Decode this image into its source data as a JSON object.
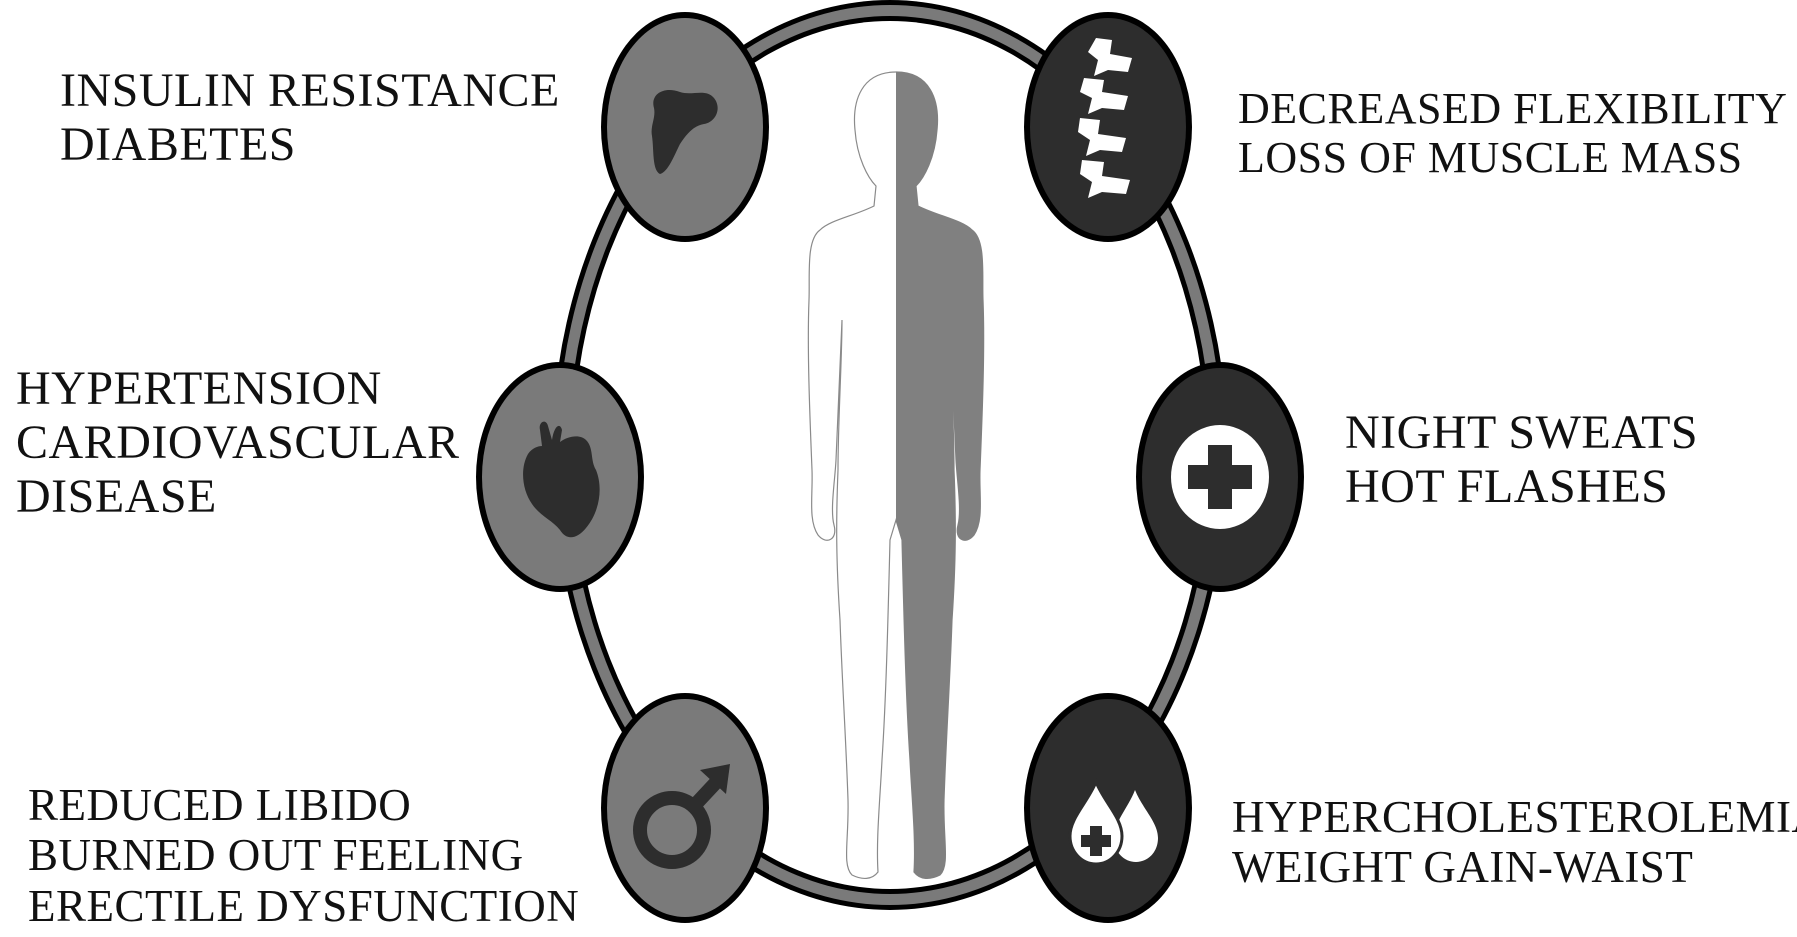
{
  "colors": {
    "ring_fill": "#7a7a7a",
    "ring_stroke": "#000000",
    "badge_light": "#7a7a7a",
    "badge_dark": "#2d2d2d",
    "icon_dark": "#2d2d2d",
    "icon_light": "#ffffff",
    "body_light": "#ffffff",
    "body_dark": "#808080"
  },
  "labels": {
    "top_left": [
      "INSULIN RESISTANCE",
      "DIABETES"
    ],
    "mid_left": [
      "HYPERTENSION",
      "CARDIOVASCULAR",
      "DISEASE"
    ],
    "bottom_left": [
      "REDUCED LIBIDO",
      "BURNED OUT FEELING",
      "ERECTILE DYSFUNCTION"
    ],
    "top_right": [
      "DECREASED FLEXIBILITY",
      "LOSS OF MUSCLE MASS"
    ],
    "mid_right": [
      "NIGHT SWEATS",
      "HOT FLASHES"
    ],
    "bottom_right": [
      "HYPERCHOLESTEROLEMIA",
      "WEIGHT GAIN-WAIST"
    ]
  },
  "badges": [
    {
      "id": "top-left",
      "icon": "liver-icon",
      "tone": "light"
    },
    {
      "id": "mid-left",
      "icon": "heart-icon",
      "tone": "light"
    },
    {
      "id": "bottom-left",
      "icon": "male-symbol-icon",
      "tone": "light"
    },
    {
      "id": "top-right",
      "icon": "spine-icon",
      "tone": "dark"
    },
    {
      "id": "mid-right",
      "icon": "medical-cross-icon",
      "tone": "dark"
    },
    {
      "id": "bottom-right",
      "icon": "blood-drops-icon",
      "tone": "dark"
    }
  ]
}
